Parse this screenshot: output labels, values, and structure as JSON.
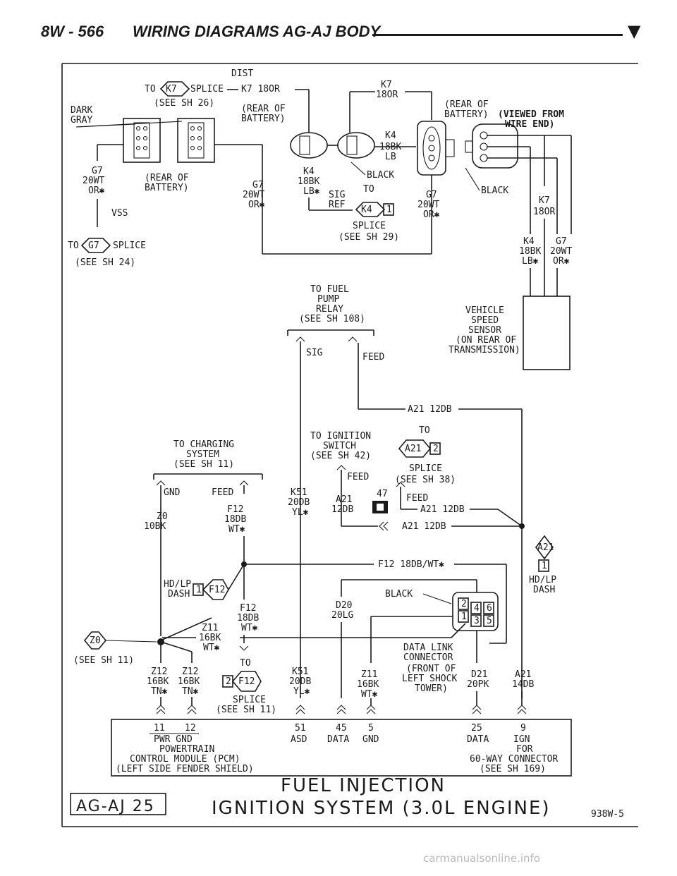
{
  "header": {
    "page_number": "8W - 566",
    "title": "WIRING DIAGRAMS AG-AJ BODY",
    "arrow": "▼"
  },
  "labels": {
    "dist": "DIST",
    "to_a": "TO",
    "k7_splice": "K7",
    "splice_k7": "SPLICE",
    "k7_180r_top": "K7 18OR",
    "see_sh26": "(SEE SH 26)",
    "dark": "DARK",
    "gray": "GRAY",
    "rear_of_1": "(REAR OF",
    "battery_1": "BATTERY)",
    "g7_l": "G7",
    "wt20_l": "20WT",
    "or_l": "OR✱",
    "rear_of_2": "(REAR OF",
    "battery_2": "BATTERY)",
    "vss": "VSS",
    "to_g7": "TO",
    "g7_tri": "G7",
    "splice_g7": "SPLICE",
    "see_sh24": "(SEE SH 24)",
    "g7_m": "G7",
    "wt20_m": "20WT",
    "or_m": "OR✱",
    "k4_a": "K4",
    "bk18_a": "18BK",
    "lb_a": "LB✱",
    "sig_a": "SIG",
    "ref_a": "REF",
    "to_k4": "TO",
    "k4_tri": "K4",
    "k4_tri_n": "1",
    "splice_k4": "SPLICE",
    "see_sh29": "(SEE SH 29)",
    "k7_top": "K7",
    "r180_top": "18OR",
    "k4_b": "K4",
    "bk18_b": "18BK",
    "lb_b": "LB",
    "black_1": "BLACK",
    "rear_of_3": "(REAR OF",
    "battery_3": "BATTERY)",
    "viewed_from": "(VIEWED FROM",
    "wire_end": "WIRE END)",
    "g7_r": "G7",
    "wt20_r": "20WT",
    "or_r": "OR✱",
    "black_2": "BLACK",
    "k7_r": "K7",
    "r180_r": "18OR",
    "k4_r": "K4",
    "bk18_r": "18BK",
    "lb_r": "LB✱",
    "g7_rr": "G7",
    "wt20_rr": "20WT",
    "or_rr": "OR✱",
    "fuel_pump_1": "TO FUEL",
    "fuel_pump_2": "PUMP",
    "fuel_pump_3": "RELAY",
    "fuel_pump_4": "(SEE SH 108)",
    "sig_b": "SIG",
    "feed_a": "FEED",
    "vss_1": "VEHICLE",
    "vss_2": "SPEED",
    "vss_3": "SENSOR",
    "vss_4": "(ON REAR OF",
    "vss_5": "TRANSMISSION)",
    "a21_top": "A21 12DB",
    "to_a21": "TO",
    "a21_tri": "A21",
    "a21_tri_n": "2",
    "splice_a21": "SPLICE",
    "see_sh38": "(SEE SH 38)",
    "chg_1": "TO CHARGING",
    "chg_2": "SYSTEM",
    "chg_3": "(SEE SH 11)",
    "gnd_a": "GND",
    "feed_b": "FEED",
    "z0": "Z0",
    "bk10": "10BK",
    "f12_a": "F12",
    "db18_a": "18DB",
    "wt_a": "WT✱",
    "ign_1": "TO IGNITION",
    "ign_2": "SWITCH",
    "ign_3": "(SEE SH 42)",
    "feed_c": "FEED",
    "k51_a": "K51",
    "db20_a": "20DB",
    "yl_a": "YL✱",
    "a21_a": "A21",
    "db12_a": "12DB",
    "n47": "47",
    "feed_d": "FEED",
    "a21_12db_r": "A21 12DB",
    "a21_12db_l": "A21 12DB",
    "a21_dia": "A21",
    "a21_box": "1",
    "hdlp_r1": "HD/LP",
    "hdlp_r2": "DASH",
    "f12_run": "F12 18DB/WT✱",
    "hdlp_l1": "HD/LP",
    "hdlp_l2": "DASH",
    "f12_box": "1",
    "f12_dia": "F12",
    "f12_b": "F12",
    "db18_b": "18DB",
    "wt_b": "WT✱",
    "black_3": "BLACK",
    "dl_2": "2",
    "dl_4": "4",
    "dl_6": "6",
    "dl_1": "1",
    "dl_3": "3",
    "dl_5": "5",
    "d20": "D20",
    "lg20": "20LG",
    "z11_a": "Z11",
    "bk16_a": "16BK",
    "wt_c": "WT✱",
    "z0_dia": "Z0",
    "see_sh11": "(SEE SH 11)",
    "dl_t1": "DATA LINK",
    "dl_t2": "CONNECTOR",
    "dl_t3": "(FRONT OF",
    "dl_t4": "LEFT SHOCK",
    "dl_t5": "TOWER)",
    "z12_a": "Z12",
    "bk16_b": "16BK",
    "tn_a": "TN✱",
    "z12_b": "Z12",
    "bk16_c": "16BK",
    "tn_b": "TN✱",
    "f12_sp_box": "2",
    "f12_sp_tri": "F12",
    "to_f12": "TO",
    "splice_f12": "SPLICE",
    "see_sh11_b": "(SEE SH 11)",
    "k51_b": "K51",
    "db20_b": "20DB",
    "yl_b": "YL✱",
    "z11_b": "Z11",
    "bk16_d": "16BK",
    "wt_d": "WT✱",
    "d21": "D21",
    "pk20": "20PK",
    "a21_b": "A21",
    "db14": "14DB",
    "p11": "11",
    "p12": "12",
    "pwr_gnd": "PWR GND",
    "p51": "51",
    "asd": "ASD",
    "p45": "45",
    "data_a": "DATA",
    "p5": "5",
    "gnd_b": "GND",
    "p25": "25",
    "data_b": "DATA",
    "p9": "9",
    "ign_b": "IGN",
    "pcm_1": "POWERTRAIN",
    "pcm_2": "CONTROL MODULE (PCM)",
    "pcm_3": "(LEFT SIDE FENDER SHIELD)",
    "for_1": "FOR",
    "for_2": "60-WAY CONNECTOR",
    "for_3": "(SEE SH 169)",
    "fuel_inj": "FUEL INJECTION",
    "ign_sys": "IGNITION SYSTEM (3.0L ENGINE)",
    "agaj": "AG-AJ 25",
    "code": "938W-5"
  },
  "watermark": "carmanualsonline.info"
}
